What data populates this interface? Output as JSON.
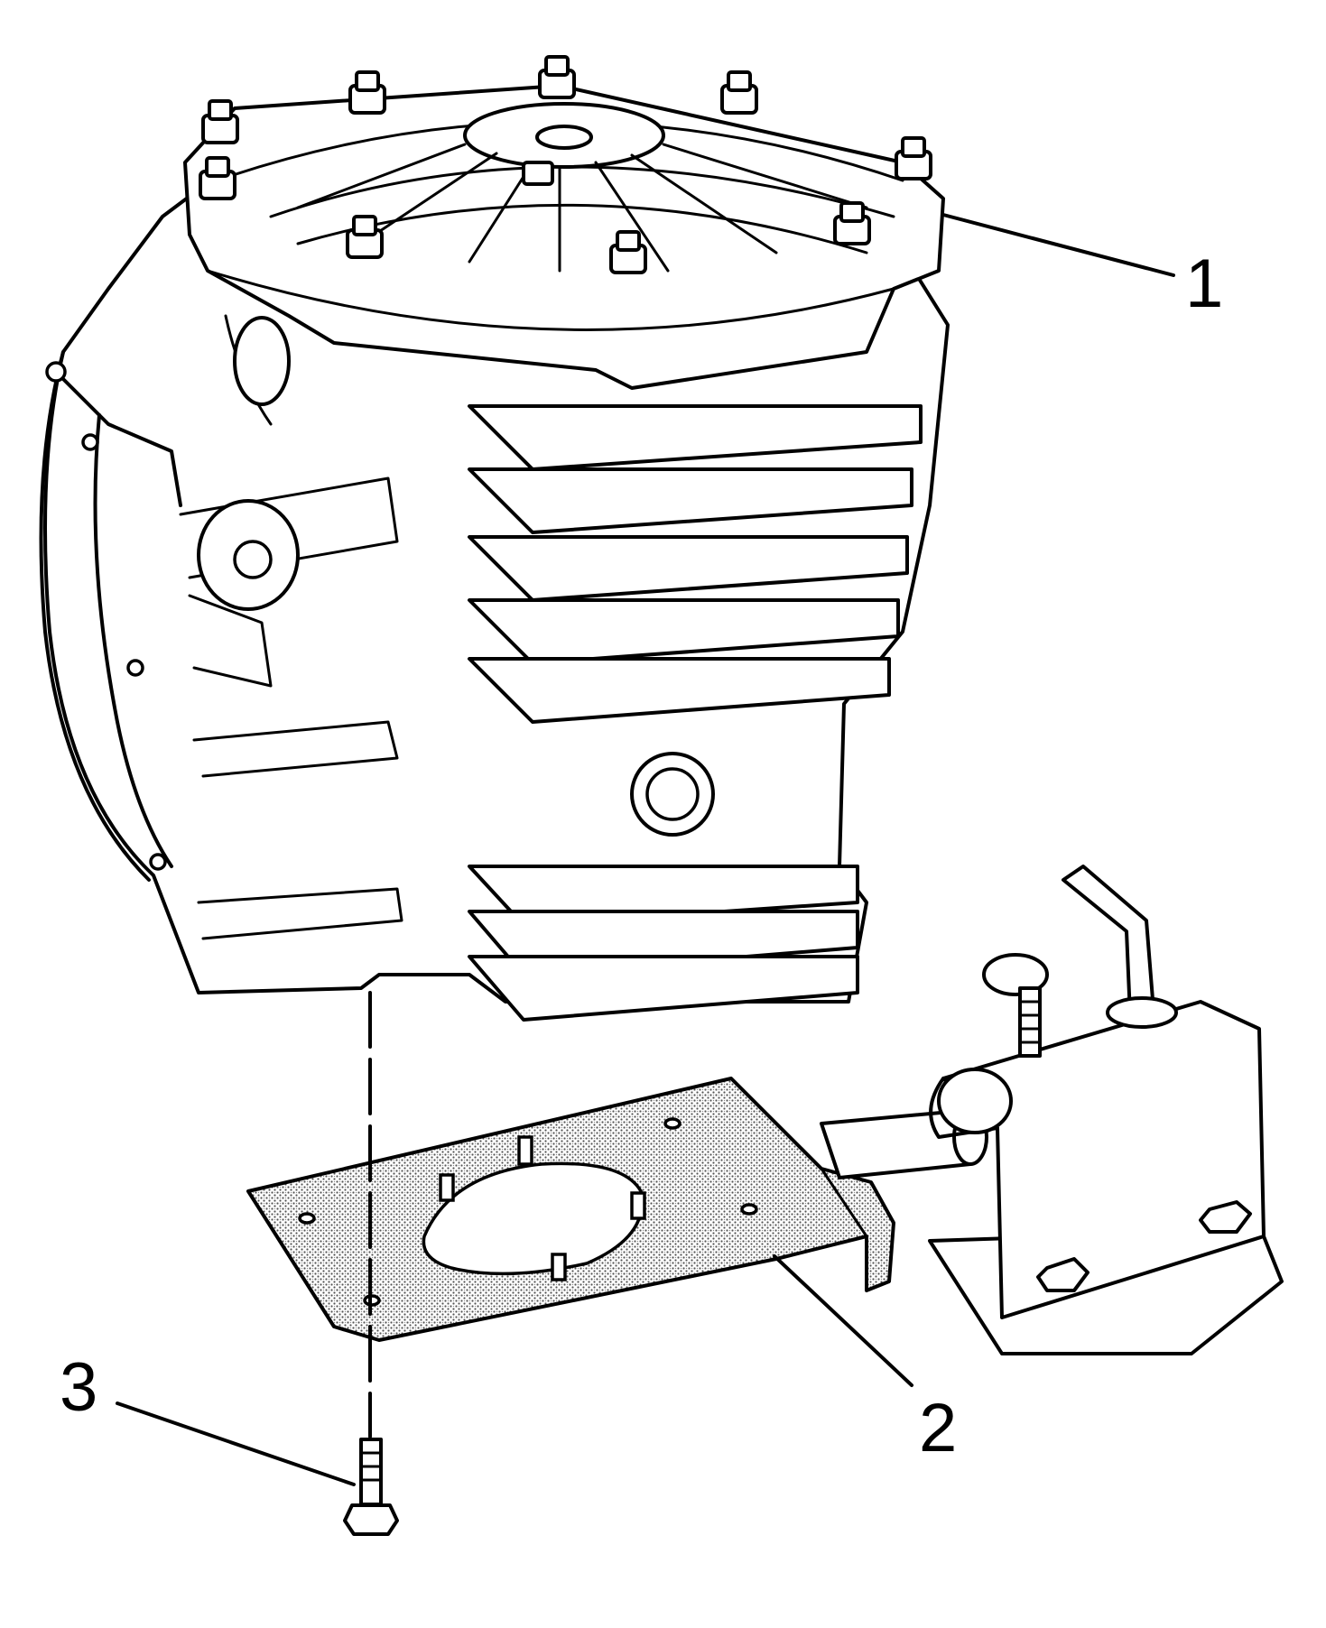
{
  "callouts": [
    {
      "id": "1",
      "label": "1"
    },
    {
      "id": "2",
      "label": "2"
    },
    {
      "id": "3",
      "label": "3"
    }
  ],
  "colors": {
    "line": "#000000",
    "background": "#ffffff",
    "plate_fill": "#c8c8c8"
  }
}
